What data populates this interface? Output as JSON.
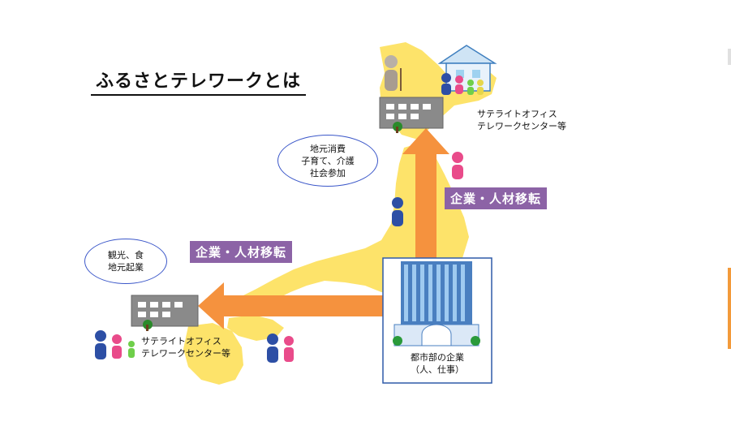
{
  "title": "ふるさとテレワークとは",
  "bubbles": {
    "north": [
      "地元消費",
      "子育て、介護",
      "社会参加"
    ],
    "west": [
      "観光、食",
      "地元起業"
    ]
  },
  "labels": {
    "north_transfer": "企業・人材移転",
    "west_transfer": "企業・人材移転"
  },
  "satellite_north": [
    "サテライトオフィス",
    "テレワークセンター等"
  ],
  "satellite_west": [
    "サテライトオフィス",
    "テレワークセンター等"
  ],
  "hq": [
    "都市部の企業",
    "（人、仕事）"
  ],
  "colors": {
    "land": "#fde36a",
    "arrow": "#f5923e",
    "label_bg": "#8c63a6",
    "bubble_border": "#3b57c9",
    "building_blue": "#4a7fc0"
  }
}
